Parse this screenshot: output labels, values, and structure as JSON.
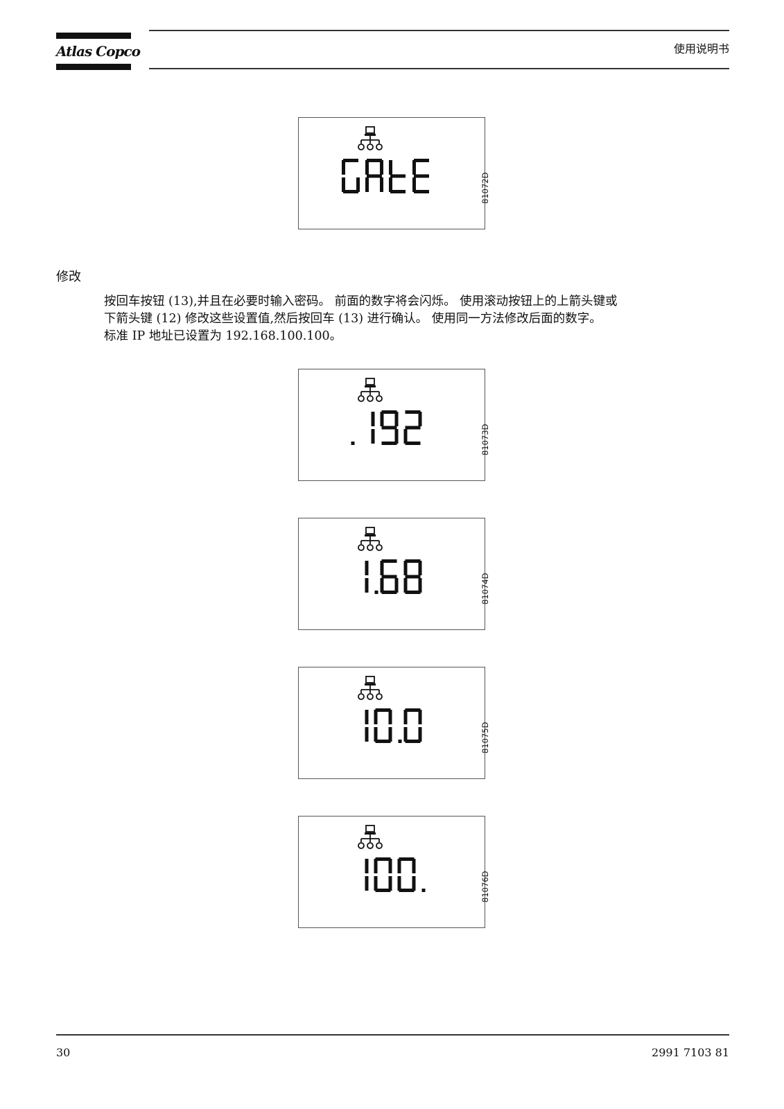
{
  "header": {
    "logo_text": "Atlas Copco",
    "title": "使用说明书"
  },
  "section": {
    "heading": "修改",
    "paragraph_lines": [
      "按回车按钮 (13),并且在必要时输入密码。 前面的数字将会闪烁。 使用滚动按钮上的上箭头键或",
      "下箭头键 (12) 修改这些设置值,然后按回车 (13) 进行确认。 使用同一方法修改后面的数字。",
      "标准 IP 地址已设置为 192.168.100.100。"
    ]
  },
  "figures": [
    {
      "display": "GAtE",
      "code": "81072D",
      "icon": "network-icon"
    },
    {
      "display": ".192",
      "code": "81073D",
      "icon": "network-icon"
    },
    {
      "display": "1.68",
      "code": "81074D",
      "icon": "network-icon"
    },
    {
      "display": "10.0",
      "code": "81075D",
      "icon": "network-icon"
    },
    {
      "display": "100.",
      "code": "81076D",
      "icon": "network-icon"
    }
  ],
  "footer": {
    "page_number": "30",
    "doc_number": "2991 7103 81"
  }
}
